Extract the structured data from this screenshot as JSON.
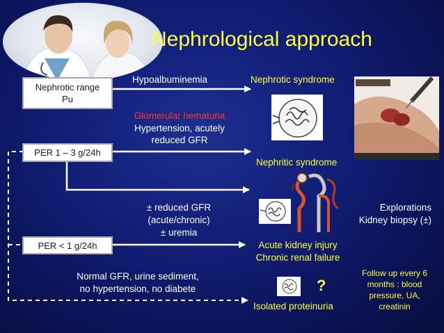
{
  "title": "Nephrological approach",
  "boxes": {
    "nephrotic_range_line1": "Nephrotic range",
    "nephrotic_range_line2": "Pu",
    "per_1_3": "PER 1 – 3 g/24h",
    "per_lt1": "PER < 1 g/24h"
  },
  "labels": {
    "hypoalbuminemia": "Hypoalbuminemia",
    "nephrotic_syndrome": "Nephrotic syndrome",
    "glomerular_hematuria": "Glomerular hematuria",
    "hypertension_line1": "Hypertension, acutely",
    "hypertension_line2": "reduced GFR",
    "nephritic_syndrome": "Nephritic syndrome",
    "reduced_gfr_line1": "± reduced GFR",
    "reduced_gfr_line2": "(acute/chronic)",
    "reduced_gfr_line3": "± uremia",
    "explorations": "Explorations",
    "kidney_biopsy": "Kidney biopsy (±)",
    "acute_kidney_injury": "Acute kidney injury",
    "chronic_renal_failure": "Chronic renal failure",
    "normal_gfr_line1": "Normal GFR, urine sediment,",
    "normal_gfr_line2": "no hypertension, no diabete",
    "follow_up_line1": "Follow up every 6",
    "follow_up_line2": "months : blood",
    "follow_up_line3": "pressure, UA,",
    "follow_up_line4": "creatinin",
    "question_mark": "?",
    "isolated_proteinuria": "Isolated proteinuria"
  },
  "colors": {
    "title": "#ffff3a",
    "accent_yellow": "#ffff3a",
    "accent_red": "#ff3333",
    "text": "#ffffff",
    "arrow": "#ffffff"
  },
  "images": {
    "doctors_photo": "doctors-photo",
    "kidney_biopsy_photo": "kidney-biopsy-photo",
    "glomerulus_icon": "glomerulus-icon",
    "nephron_icon": "nephron-icon"
  }
}
